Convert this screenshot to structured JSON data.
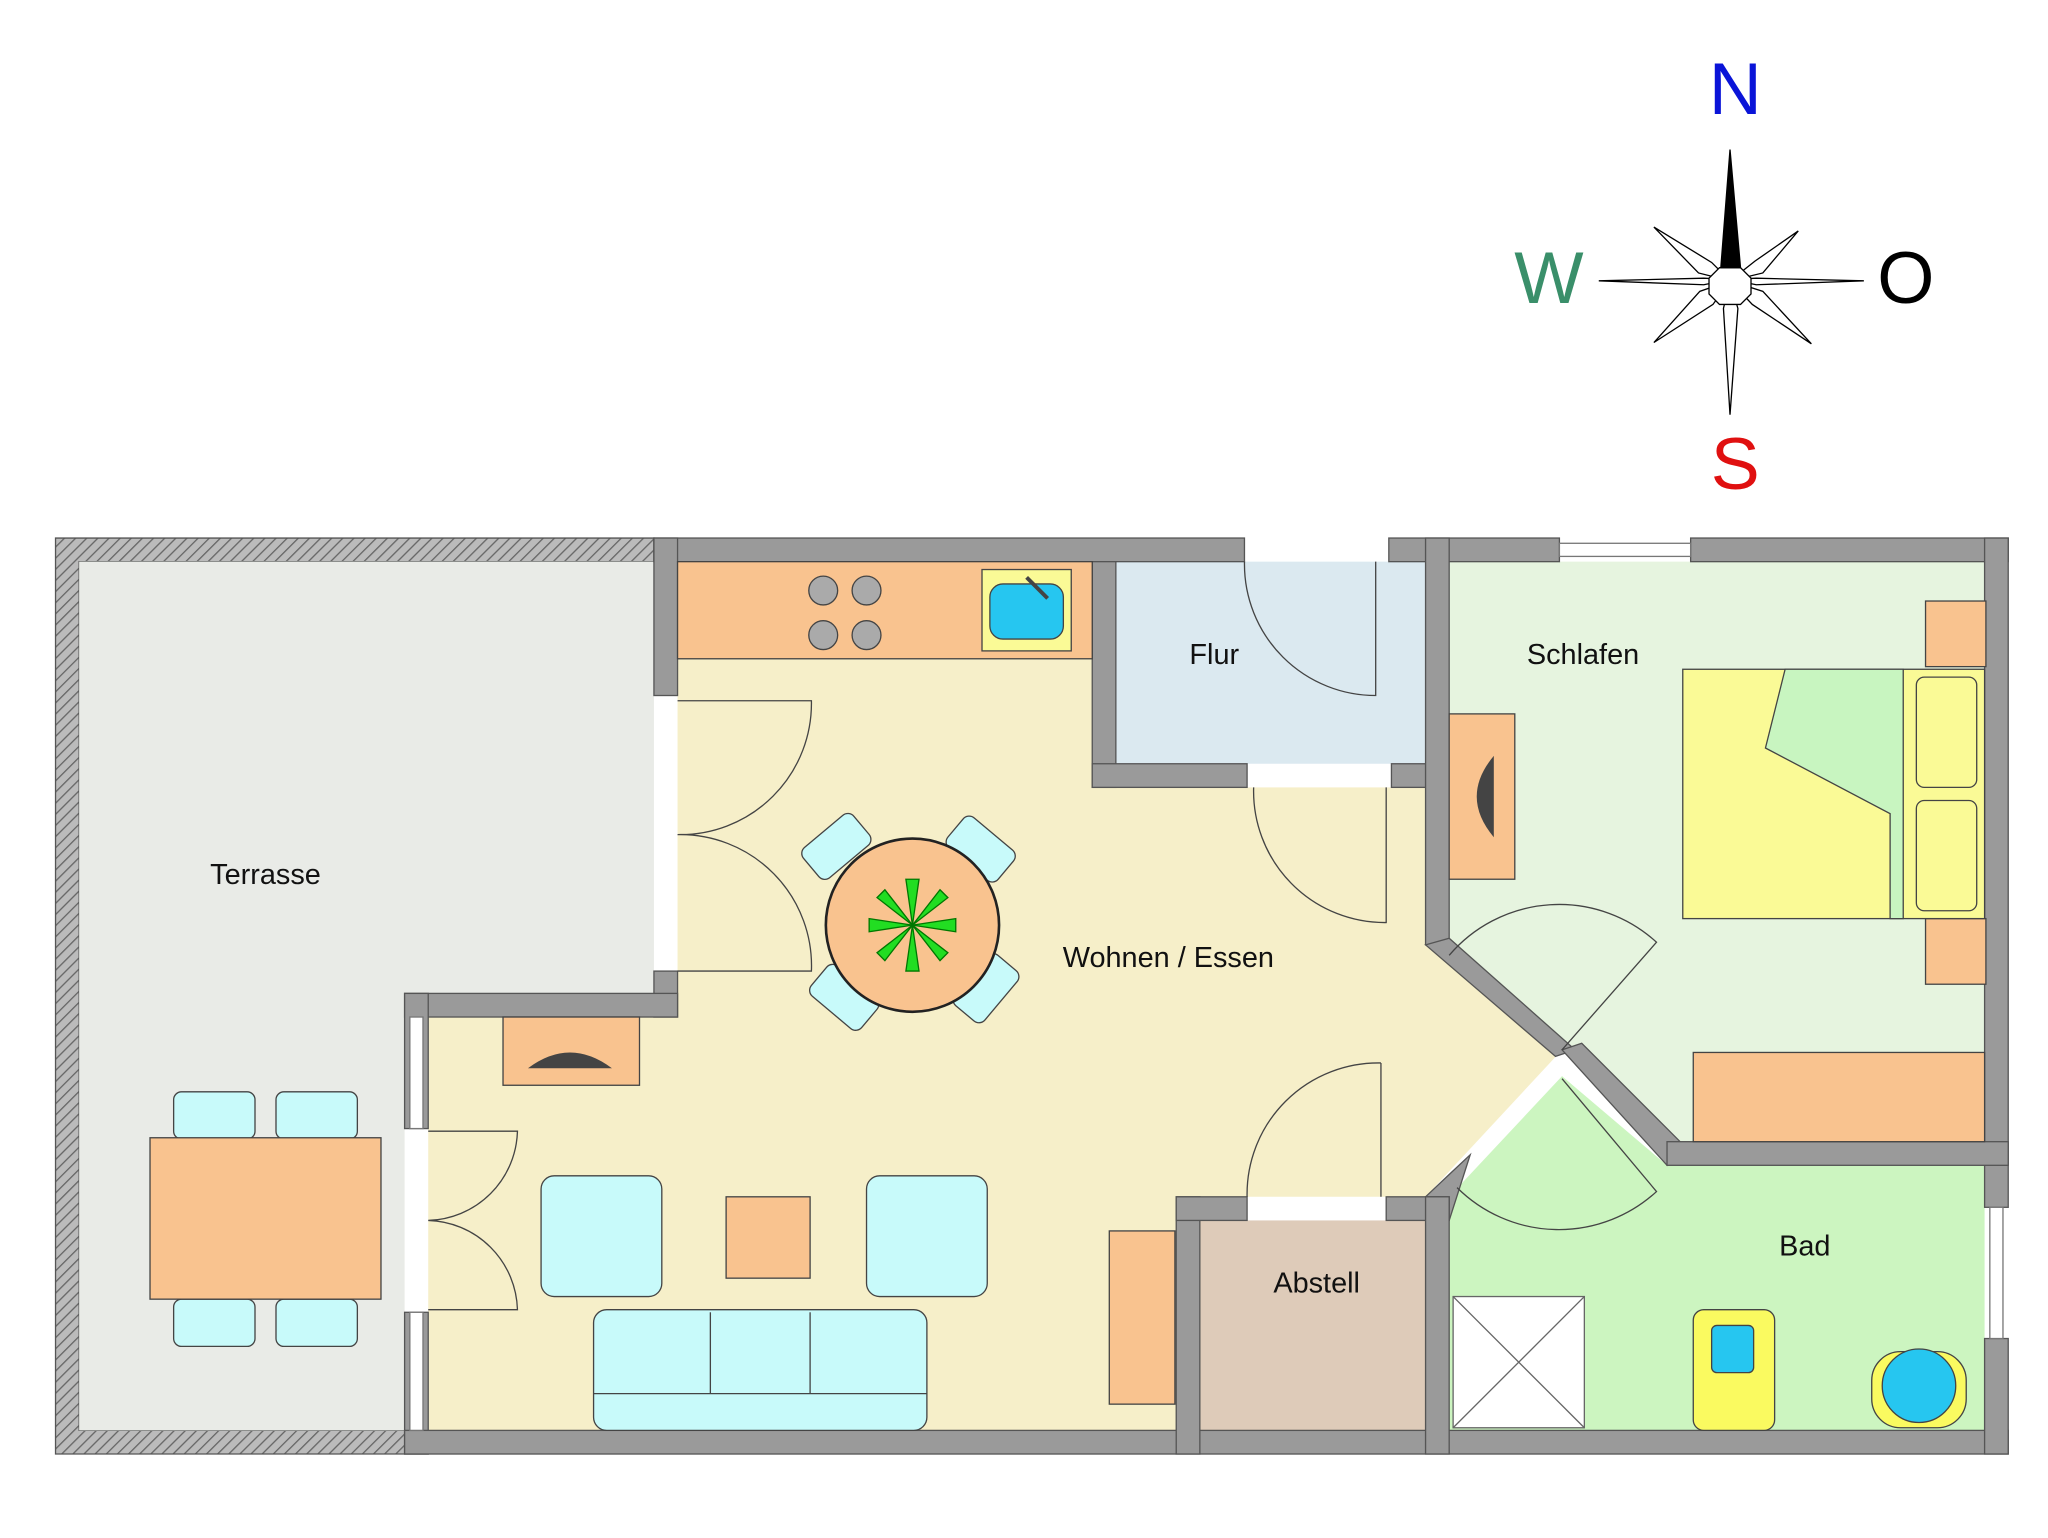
{
  "compass": {
    "north": "N",
    "south": "S",
    "west": "W",
    "east": "O",
    "colors": {
      "north": "#0a14d8",
      "south": "#e01010",
      "west": "#3a8f6a",
      "east": "#000000"
    }
  },
  "rooms": {
    "terrace": "Terrasse",
    "hallway": "Flur",
    "bedroom": "Schlafen",
    "living": "Wohnen / Essen",
    "storage": "Abstell",
    "bath": "Bad"
  },
  "colors": {
    "wall": "#9a9a9a",
    "terrace": "#e9ebe7",
    "living": "#f6efc9",
    "hallway": "#dbe9f0",
    "bedroom": "#e6f4df",
    "bath": "#ccf5c0",
    "storage": "#decbb9",
    "furniture_wood": "#f9c38f",
    "upholstery": "#c8fafa",
    "bed": "#fafa96"
  }
}
